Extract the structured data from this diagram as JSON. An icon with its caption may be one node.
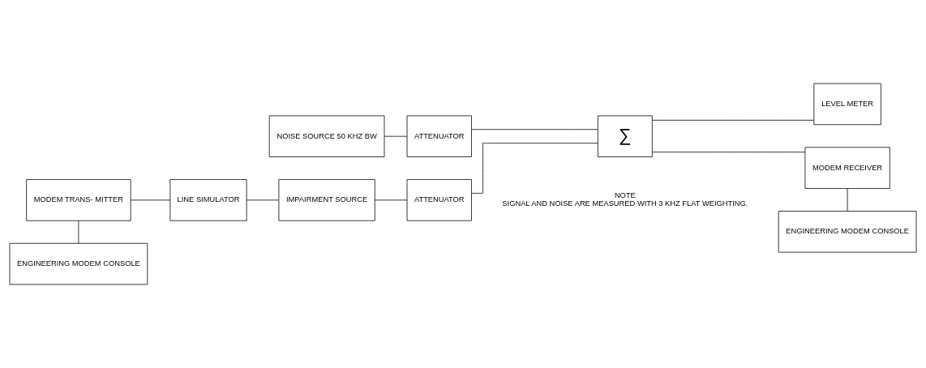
{
  "diagram": {
    "nodes": [
      {
        "text": [
          "NOISE SOURCE 50 KHZ BW"
        ]
      },
      {
        "text": [
          "ATTENUATOR"
        ]
      },
      {
        "text": [
          "LEVEL METER"
        ]
      },
      {
        "text": [
          "MODEM TRANS- MITTER"
        ]
      },
      {
        "text": [
          "LINE SIMULATOR"
        ]
      },
      {
        "text": [
          "IMPAIRMENT SOURCE"
        ]
      },
      {
        "text": [
          "ATTENUATOR"
        ]
      },
      {
        "text": [
          "∑"
        ]
      },
      {
        "text": [
          "MODEM RECEIVER"
        ]
      },
      {
        "text": [
          "ENGINEERING MODEM CONSOLE"
        ]
      },
      {
        "text": [
          "ENGINEERING MODEM CONSOLE"
        ]
      }
    ],
    "edges": [
      {
        "from": 0,
        "to": 1,
        "arrow": "none"
      },
      {
        "from": 1,
        "to": 7,
        "arrow": "none"
      },
      {
        "from": 3,
        "to": 4,
        "arrow": "none"
      },
      {
        "from": 4,
        "to": 5,
        "arrow": "none"
      },
      {
        "from": 5,
        "to": 6,
        "arrow": "none"
      },
      {
        "from": 6,
        "to": 7,
        "arrow": "none"
      },
      {
        "from": 7,
        "to": 2,
        "arrow": "none"
      },
      {
        "from": 7,
        "to": 8,
        "arrow": "none"
      },
      {
        "from": 3,
        "to": 9,
        "arrow": "none"
      },
      {
        "from": 8,
        "to": 10,
        "arrow": "none"
      }
    ],
    "labels": [
      "NOTE",
      "SIGNAL AND NOISE ARE MEASURED WITH 3 KHZ FLAT WEIGHTING."
    ]
  }
}
